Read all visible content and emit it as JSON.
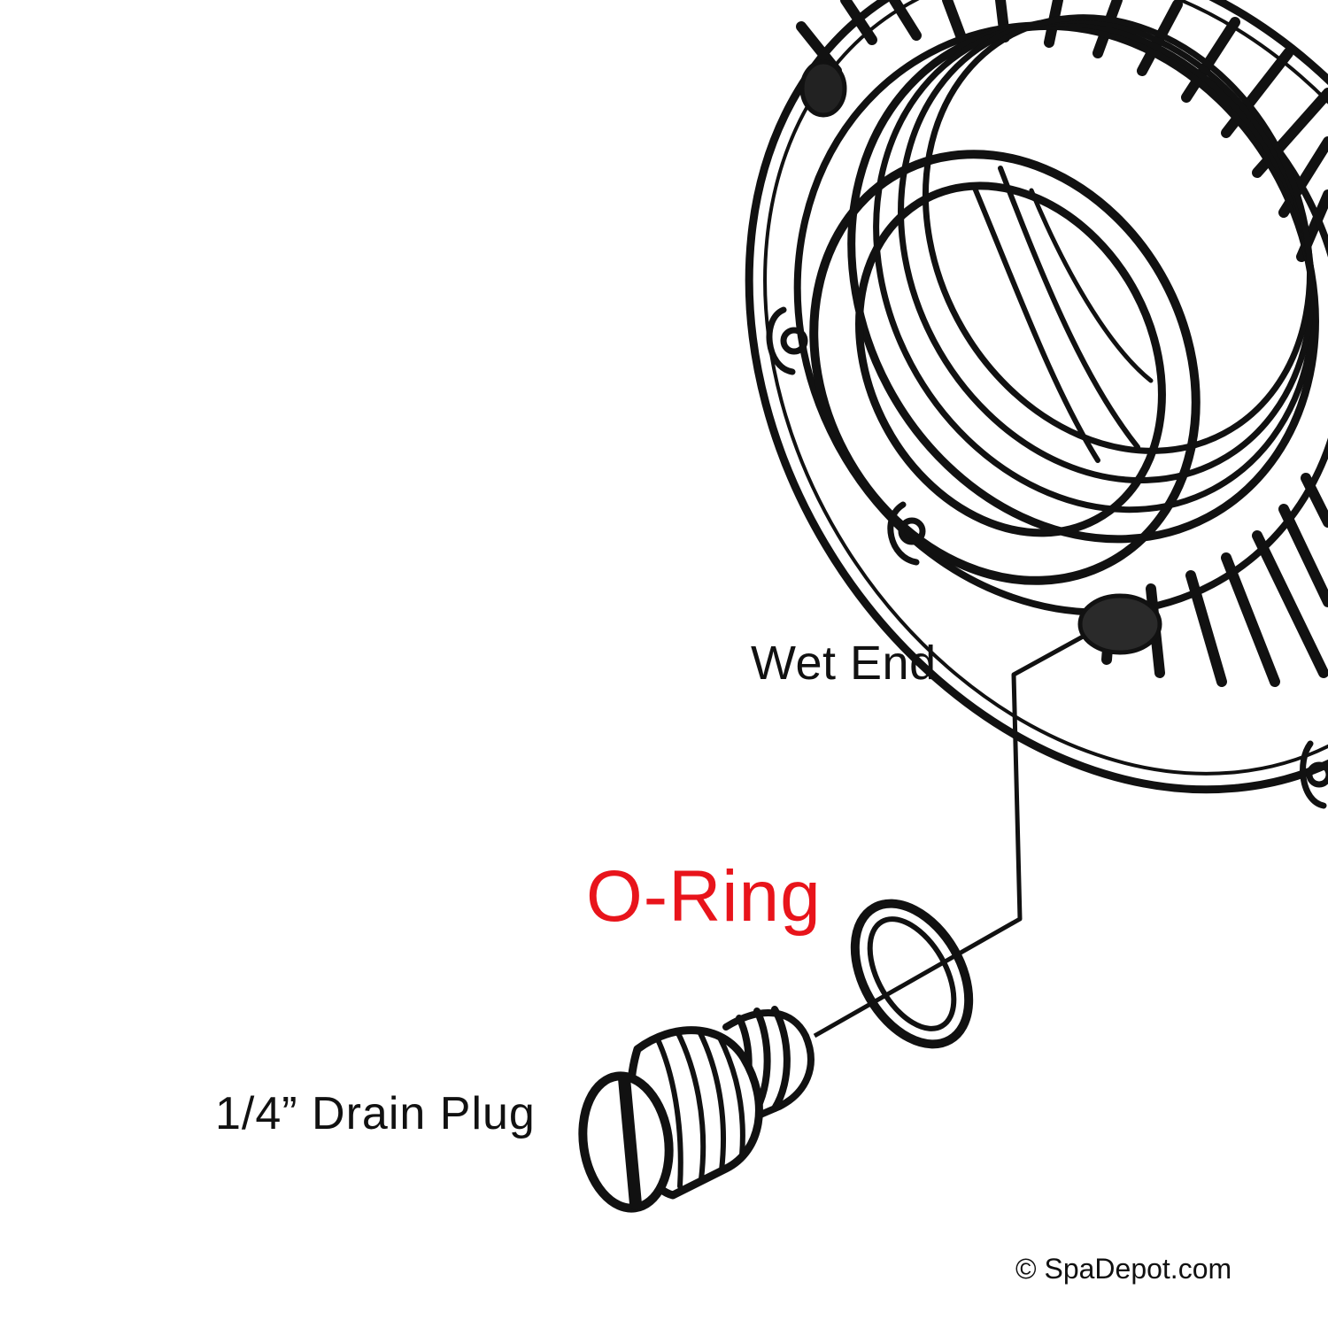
{
  "labels": {
    "wet_end": "Wet End",
    "o_ring": "O-Ring",
    "drain_plug": "1/4” Drain Plug"
  },
  "copyright": "© SpaDepot.com",
  "colors": {
    "line": "#111111",
    "highlight": "#e8141b",
    "background": "#ffffff"
  },
  "icons": {
    "pump_housing": "wet-end-housing-icon",
    "seal": "o-ring-icon",
    "plug": "drain-plug-icon"
  }
}
